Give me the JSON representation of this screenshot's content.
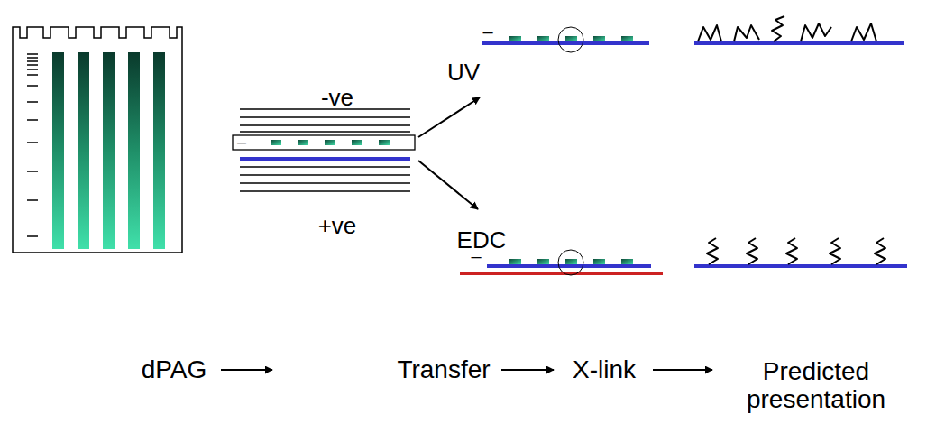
{
  "diagram": {
    "labels": [
      "-ve",
      "–",
      "+ve",
      "UV",
      "EDC",
      "–",
      "–",
      "dPAG",
      "Transfer",
      "X-link",
      "Predicted presentation"
    ]
  }
}
